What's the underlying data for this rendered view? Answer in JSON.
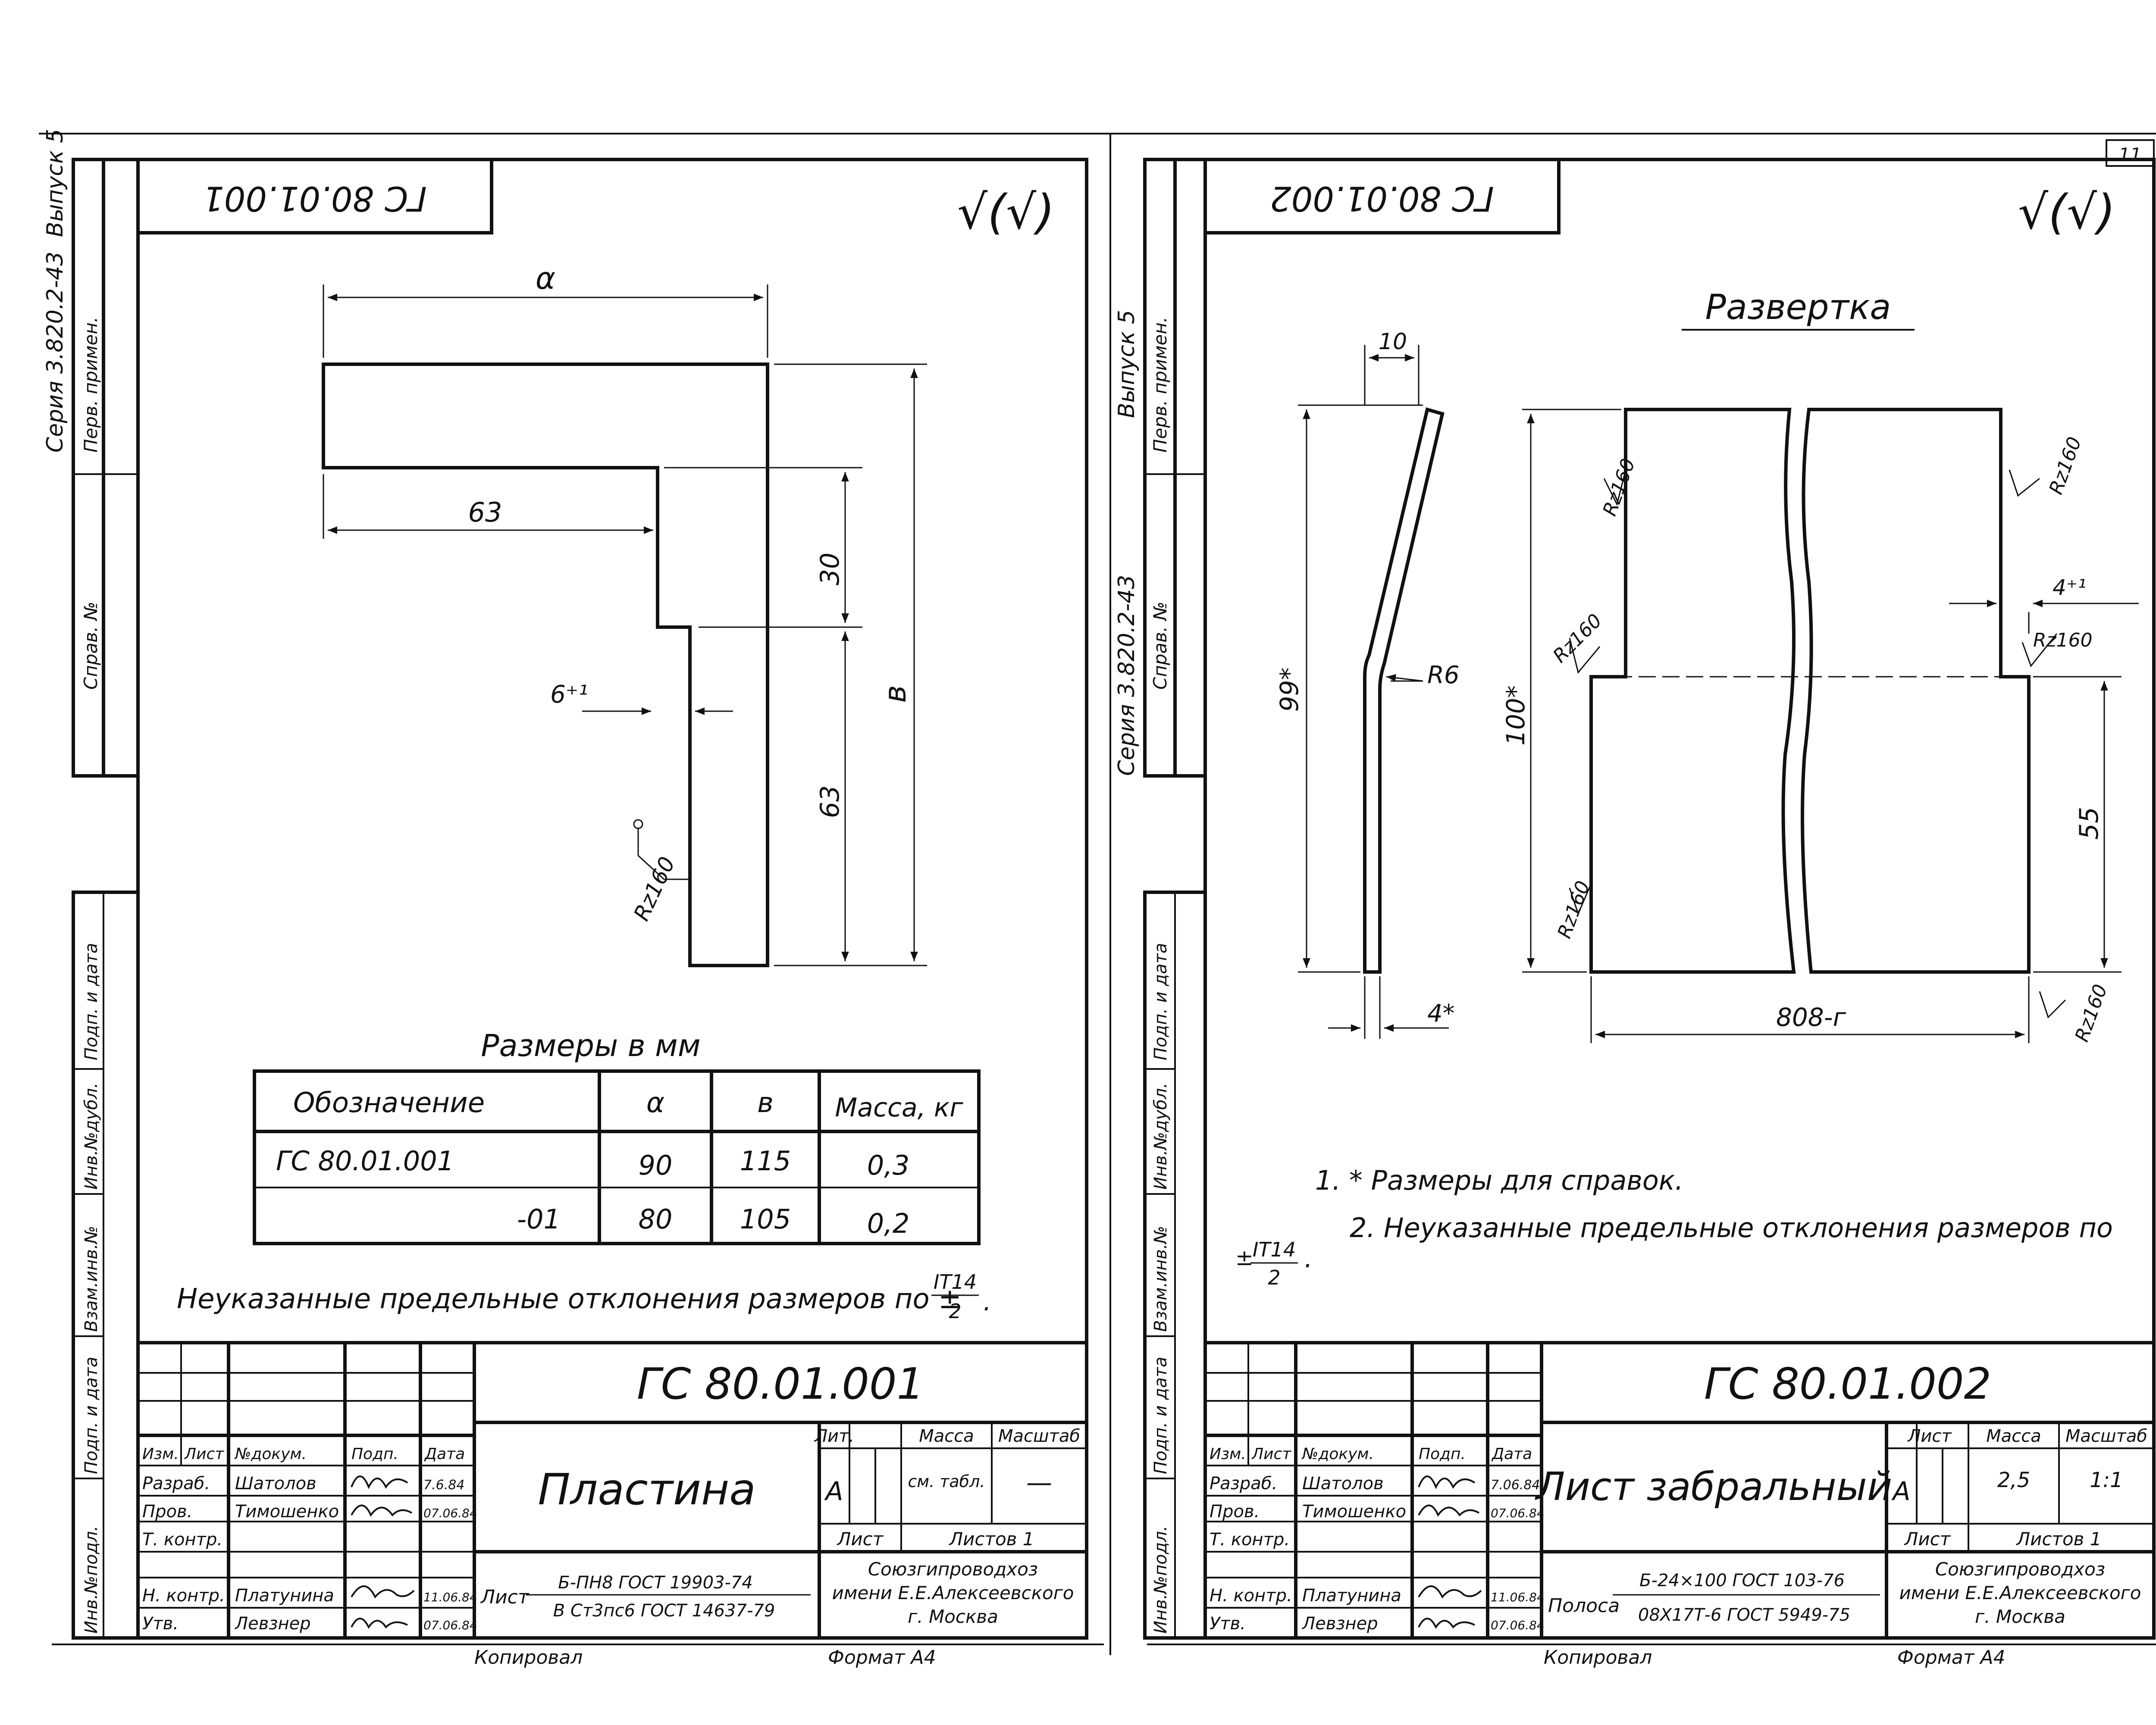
{
  "page_number": "11",
  "roughness_mark": "√(√)",
  "left_sheet": {
    "series_label": "Серия 3.820.2-43",
    "issue_label": "Выпуск 5",
    "margin_first_use": "Перв. примен.",
    "margin_ref_no": "Справ. №",
    "margin_sign_date_1": "Подп. и дата",
    "margin_inv_dup": "Инв.№дубл.",
    "margin_replace_inv": "Взам.инв.№",
    "margin_sign_date_2": "Подп. и дата",
    "margin_inv_orig": "Инв.№подл.",
    "stamp_code": "ГС 80.01.001",
    "dims": {
      "a": "α",
      "b": "в",
      "d63_top": "63",
      "d30": "30",
      "d63_right": "63",
      "d6": "6⁺¹",
      "rz": "Rz160"
    },
    "table_title": "Размеры в мм",
    "table_headers": [
      "Обозначение",
      "α",
      "в",
      "Масса, кг"
    ],
    "table_rows": [
      [
        "ГС 80.01.001",
        "90",
        "115",
        "0,3"
      ],
      [
        "-01",
        "80",
        "105",
        "0,2"
      ]
    ],
    "note_text": "Неуказанные предельные отклонения размеров по ±",
    "note_frac_num": "IT14",
    "note_frac_den": "2",
    "note_end": ".",
    "title_code": "ГС 80.01.001",
    "title_name": "Пластина",
    "col_izm": "Изм.",
    "col_list": "Лист",
    "col_doc": "№докум.",
    "col_sign": "Подп.",
    "col_date": "Дата",
    "row_razrab": "Разраб.",
    "name_razrab": "Шатолов",
    "date_razrab": "7.6.84",
    "row_prov": "Пров.",
    "name_prov": "Тимошенко",
    "date_prov": "07.06.84",
    "row_tkontr": "Т. контр.",
    "row_nkontr": "Н. контр.",
    "name_nkontr": "Платунина",
    "date_nkontr": "11.06.84",
    "row_utv": "Утв.",
    "name_utv": "Левзнер",
    "date_utv": "07.06.84",
    "lit_label": "Лит.",
    "mass_label": "Масса",
    "scale_label": "Масштаб",
    "lit_value": "А",
    "mass_value": "см. табл.",
    "scale_value": "—",
    "sheet_label": "Лист",
    "sheets_label": "Листов 1",
    "material_prefix": "Лист",
    "material_line1": "Б-ПН8 ГОСТ 19903-74",
    "material_line2": "В Ст3пс6 ГОСТ 14637-79",
    "org_line1": "Союзгипроводхоз",
    "org_line2": "имени Е.Е.Алексеевского",
    "org_line3": "г. Москва",
    "copied": "Копировал",
    "format": "Формат А4"
  },
  "right_sheet": {
    "series_label": "Серия 3.820.2-43",
    "issue_label": "Выпуск 5",
    "margin_first_use": "Перв. примен.",
    "margin_ref_no": "Справ. №",
    "margin_sign_date_1": "Подп. и дата",
    "margin_inv_dup": "Инв.№дубл.",
    "margin_replace_inv": "Взам.инв.№",
    "margin_sign_date_2": "Подп. и дата",
    "margin_inv_orig": "Инв.№подл.",
    "stamp_code": "ГС 80.01.002",
    "heading": "Развертка",
    "dims": {
      "d10": "10",
      "d99": "99*",
      "r6": "R6",
      "d4": "4*",
      "d100": "100*",
      "d4p": "4⁺¹",
      "d55": "55",
      "d808": "808-г",
      "rz": "Rz160"
    },
    "note1": "1. * Размеры для справок.",
    "note2": "2. Неуказанные предельные отклонения размеров по",
    "note2_frac_prefix": "±",
    "note2_frac_num": "IT14",
    "note2_frac_den": "2",
    "note2_end": ".",
    "title_code": "ГС 80.01.002",
    "title_name": "Лист забральный",
    "col_izm": "Изм.",
    "col_list": "Лист",
    "col_doc": "№докум.",
    "col_sign": "Подп.",
    "col_date": "Дата",
    "row_razrab": "Разраб.",
    "name_razrab": "Шатолов",
    "date_razrab": "7.06.84",
    "row_prov": "Пров.",
    "name_prov": "Тимошенко",
    "date_prov": "07.06.84",
    "row_tkontr": "Т. контр.",
    "row_nkontr": "Н. контр.",
    "name_nkontr": "Платунина",
    "date_nkontr": "11.06.84",
    "row_utv": "Утв.",
    "name_utv": "Левзнер",
    "date_utv": "07.06.84",
    "lit_label": "Лист",
    "mass_label": "Масса",
    "scale_label": "Масштаб",
    "lit_value": "А",
    "mass_value": "2,5",
    "scale_value": "1:1",
    "sheet_label": "Лист",
    "sheets_label": "Листов 1",
    "material_prefix": "Полоса",
    "material_line1": "Б-24×100 ГОСТ 103-76",
    "material_line2": "08Х17Т-6 ГОСТ 5949-75",
    "org_line1": "Союзгипроводхоз",
    "org_line2": "имени Е.Е.Алексеевского",
    "org_line3": "г. Москва",
    "copied": "Копировал",
    "format": "Формат А4"
  }
}
